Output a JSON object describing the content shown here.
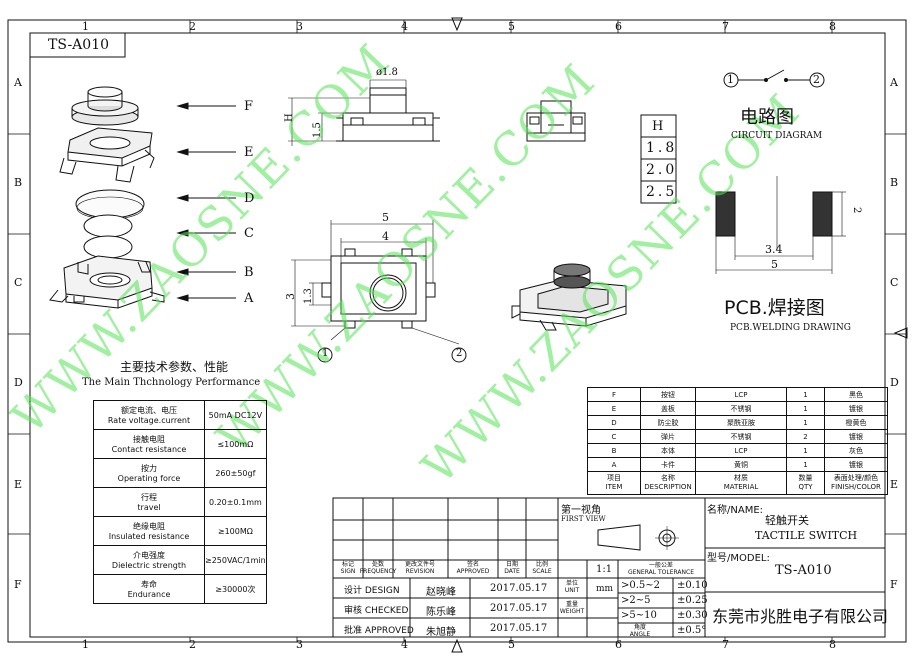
{
  "frame": {
    "col_markers": [
      "1",
      "2",
      "3",
      "4",
      "5",
      "6",
      "7",
      "8"
    ],
    "row_markers": [
      "A",
      "B",
      "C",
      "D",
      "E",
      "F"
    ],
    "drawing_number": "TS-A010"
  },
  "exploded_view": {
    "labels": [
      "F",
      "E",
      "D",
      "C",
      "B",
      "A"
    ]
  },
  "side_view": {
    "dim_diameter": "ø1.8",
    "dim_h": "H",
    "dim_15": "1.5"
  },
  "height_table": {
    "header": "H",
    "values": [
      "1.8",
      "2.0",
      "2.5"
    ]
  },
  "circuit": {
    "node1": "1",
    "node2": "2",
    "title_cn": "电路图",
    "title_en": "CIRCUIT DIAGRAM"
  },
  "top_view": {
    "dim_width_outer": "5",
    "dim_width_inner": "4",
    "dim_height": "3",
    "dim_13": "1.3",
    "pin1": "1",
    "pin2": "2"
  },
  "pcb": {
    "dim_pad": "2",
    "dim_pitch": "3.4",
    "dim_total": "5",
    "title_cn": "PCB.焊接图",
    "title_en": "PCB.WELDING DRAWING"
  },
  "watermark": "WWW.ZAOSNE.COM",
  "specs": {
    "title_cn": "主要技术参数、性能",
    "title_en": "The Main Thchnology Performance",
    "rows": [
      {
        "cn": "额定电流、电压",
        "en": "Rate voltage.current",
        "value": "50mA DC12V"
      },
      {
        "cn": "接触电阻",
        "en": "Contact resistance",
        "value": "≤100mΩ"
      },
      {
        "cn": "按力",
        "en": "Operating force",
        "value": "260±50gf"
      },
      {
        "cn": "行程",
        "en": "travel",
        "value": "0.20±0.1mm"
      },
      {
        "cn": "绝缘电阻",
        "en": "Insulated resistance",
        "value": "≥100MΩ"
      },
      {
        "cn": "介电强度",
        "en": "Dielectric strength",
        "value": "≥250VAC/1min"
      },
      {
        "cn": "寿命",
        "en": "Endurance",
        "value": "≥30000次"
      }
    ]
  },
  "parts": {
    "rows": [
      {
        "item": "F",
        "name": "按钮",
        "material": "LCP",
        "qty": "1",
        "finish": "黑色"
      },
      {
        "item": "E",
        "name": "盖板",
        "material": "不锈钢",
        "qty": "1",
        "finish": "镀银"
      },
      {
        "item": "D",
        "name": "防尘胶",
        "material": "聚酰亚胺",
        "qty": "1",
        "finish": "橙黄色"
      },
      {
        "item": "C",
        "name": "弹片",
        "material": "不锈钢",
        "qty": "2",
        "finish": "镀银"
      },
      {
        "item": "B",
        "name": "本体",
        "material": "LCP",
        "qty": "1",
        "finish": "灰色"
      },
      {
        "item": "A",
        "name": "卡件",
        "material": "黄铜",
        "qty": "1",
        "finish": "镀银"
      }
    ],
    "header": {
      "item_cn": "项目",
      "item_en": "ITEM",
      "name_cn": "名称",
      "name_en": "DESCRIPTION",
      "material_cn": "材质",
      "material_en": "MATERIAL",
      "qty_cn": "数量",
      "qty_en": "QTY",
      "finish_cn": "表面处理/颜色",
      "finish_en": "FINISH/COLOR"
    }
  },
  "title_block": {
    "headers": [
      {
        "cn": "标记",
        "en": "SIGN"
      },
      {
        "cn": "处数",
        "en": "FREQUENCY"
      },
      {
        "cn": "更改文件号",
        "en": "REVISION"
      },
      {
        "cn": "签名",
        "en": "APPROVED"
      },
      {
        "cn": "日期",
        "en": "DATE"
      },
      {
        "cn": "比例",
        "en": "SCALE"
      }
    ],
    "scale": "1:1",
    "projection_cn": "第一视角",
    "projection_en": "FIRST VIEW",
    "name_label": "名称/NAME:",
    "name_cn": "轻触开关",
    "name_en": "TACTILE SWITCH",
    "model_label": "型号/MODEL:",
    "model": "TS-A010",
    "unit_cn": "单位",
    "unit_en": "UNIT",
    "unit": "mm",
    "weight_cn": "重量",
    "weight_en": "WEIGHT",
    "angle_cn": "角度",
    "angle_en": "ANGLE",
    "tol_title_cn": "一般公差",
    "tol_title_en": "GENERAL TOLERANCE",
    "tolerances": [
      {
        "range": ">0.5~2",
        "tol": "±0.10"
      },
      {
        "range": ">2~5",
        "tol": "±0.25"
      },
      {
        "range": ">5~10",
        "tol": "±0.30"
      },
      {
        "range": "",
        "tol": "±0.5°"
      }
    ],
    "signoffs": [
      {
        "role": "设计 DESIGN",
        "name": "赵晓峰",
        "date": "2017.05.17"
      },
      {
        "role": "审核 CHECKED",
        "name": "陈乐峰",
        "date": "2017.05.17"
      },
      {
        "role": "批准 APPROVED",
        "name": "朱旭静",
        "date": "2017.05.17"
      }
    ],
    "company": "东莞市兆胜电子有限公司"
  }
}
